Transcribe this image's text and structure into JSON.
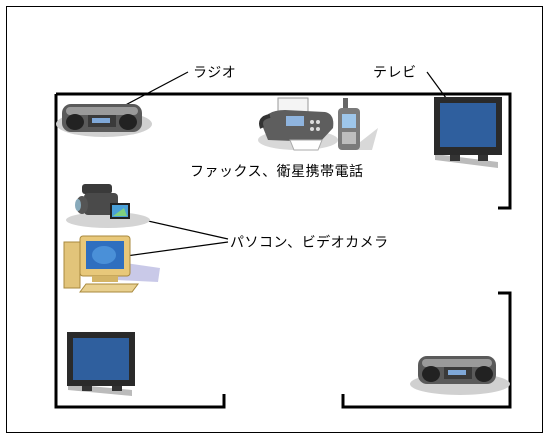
{
  "labels": {
    "radio": "ラジオ",
    "tv": "テレビ",
    "fax_phone": "ファックス、衛星携帯電話",
    "pc_camera": "パソコン、ビデオカメラ"
  },
  "icons": {
    "radio": "boombox-radio-icon",
    "tv": "flat-panel-tv-icon",
    "fax": "fax-machine-icon",
    "phone": "satellite-phone-icon",
    "camera": "video-camera-icon",
    "pc": "desktop-computer-icon"
  },
  "colors": {
    "line": "#000000",
    "screen": "#2f5f9e",
    "device_body": "#6b6b6b",
    "pc_body": "#e8c87a"
  }
}
